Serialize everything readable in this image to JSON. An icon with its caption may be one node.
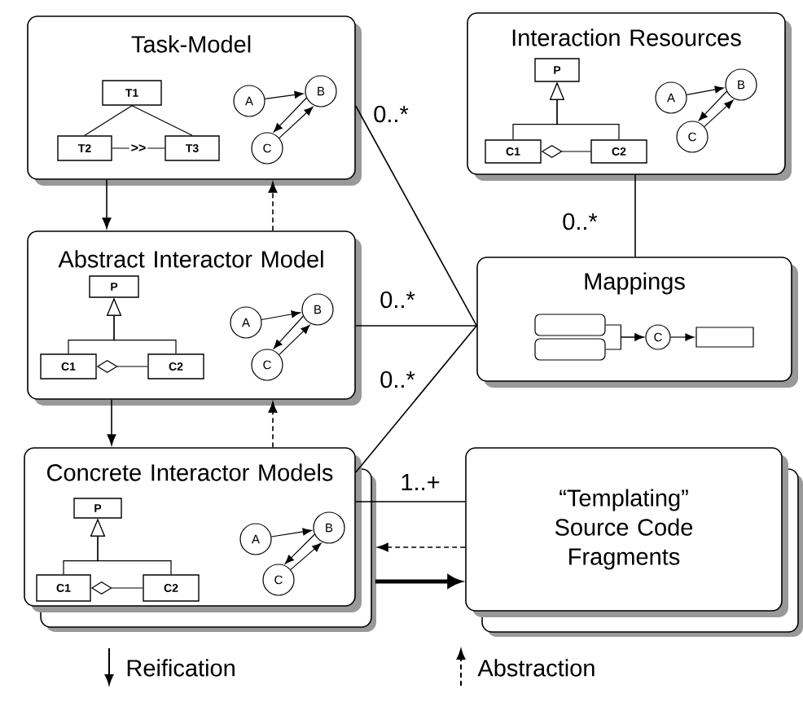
{
  "diagram": {
    "nodes": [
      {
        "text": [
          "Task-Model"
        ]
      },
      {
        "text": [
          "T1"
        ],
        "in": 0
      },
      {
        "text": [
          "T2"
        ],
        "in": 0
      },
      {
        "text": [
          "T3"
        ],
        "in": 0
      },
      {
        "text": [
          "A"
        ],
        "in": 0
      },
      {
        "text": [
          "B"
        ],
        "in": 0
      },
      {
        "text": [
          "C"
        ],
        "in": 0
      },
      {
        "text": [
          "Interaction Resources"
        ]
      },
      {
        "text": [
          "P"
        ],
        "in": 7
      },
      {
        "text": [
          "C1"
        ],
        "in": 7
      },
      {
        "text": [
          "C2"
        ],
        "in": 7
      },
      {
        "text": [
          "A"
        ],
        "in": 7
      },
      {
        "text": [
          "B"
        ],
        "in": 7
      },
      {
        "text": [
          "C"
        ],
        "in": 7
      },
      {
        "text": [
          "Abstract Interactor Model"
        ]
      },
      {
        "text": [
          "P"
        ],
        "in": 14
      },
      {
        "text": [
          "C1"
        ],
        "in": 14
      },
      {
        "text": [
          "C2"
        ],
        "in": 14
      },
      {
        "text": [
          "A"
        ],
        "in": 14
      },
      {
        "text": [
          "B"
        ],
        "in": 14
      },
      {
        "text": [
          "C"
        ],
        "in": 14
      },
      {
        "text": [
          "Mappings"
        ]
      },
      {
        "text": [],
        "shape": "box",
        "in": 21
      },
      {
        "text": [],
        "shape": "box",
        "in": 21
      },
      {
        "text": [
          "C"
        ],
        "in": 21
      },
      {
        "text": [],
        "shape": "box",
        "in": 21
      },
      {
        "text": [
          "Concrete Interactor Models"
        ]
      },
      {
        "text": [
          "P"
        ],
        "in": 26
      },
      {
        "text": [
          "C1"
        ],
        "in": 26
      },
      {
        "text": [
          "C2"
        ],
        "in": 26
      },
      {
        "text": [
          "A"
        ],
        "in": 26
      },
      {
        "text": [
          "B"
        ],
        "in": 26
      },
      {
        "text": [
          "C"
        ],
        "in": 26
      },
      {
        "text": [
          "“Templating” Source Code Fragments"
        ]
      }
    ],
    "edges": [
      {
        "from": 0,
        "to": 14,
        "arrow": "to"
      },
      {
        "from": 14,
        "to": 0,
        "arrow": "to",
        "style": "dashed"
      },
      {
        "from": 14,
        "to": 26,
        "arrow": "to"
      },
      {
        "from": 26,
        "to": 14,
        "arrow": "to",
        "style": "dashed"
      },
      {
        "from": 0,
        "to": 21,
        "arrow": "none",
        "label": "0..*"
      },
      {
        "from": 7,
        "to": 21,
        "arrow": "none",
        "label": "0..*"
      },
      {
        "from": 14,
        "to": 21,
        "arrow": "none",
        "label": "0..*"
      },
      {
        "from": 26,
        "to": 21,
        "arrow": "none",
        "label": "0..*"
      },
      {
        "from": 26,
        "to": 33,
        "arrow": "none",
        "label": "1..+"
      },
      {
        "from": 33,
        "to": 26,
        "arrow": "to",
        "style": "dashed"
      },
      {
        "from": 26,
        "to": 33,
        "arrow": "to",
        "style": "thick"
      },
      {
        "from": 1,
        "to": 2,
        "arrow": "none"
      },
      {
        "from": 1,
        "to": 3,
        "arrow": "none"
      },
      {
        "from": 2,
        "to": 3,
        "arrow": "none",
        "label": ">>"
      },
      {
        "from": 4,
        "to": 5,
        "arrow": "to"
      },
      {
        "from": 5,
        "to": 6,
        "arrow": "to"
      },
      {
        "from": 6,
        "to": 5,
        "arrow": "to"
      },
      {
        "from": 9,
        "to": 8,
        "arrow": "to"
      },
      {
        "from": 10,
        "to": 8,
        "arrow": "to"
      },
      {
        "from": 9,
        "to": 10,
        "arrow": "other"
      },
      {
        "from": 11,
        "to": 12,
        "arrow": "to"
      },
      {
        "from": 12,
        "to": 13,
        "arrow": "to"
      },
      {
        "from": 13,
        "to": 12,
        "arrow": "to"
      },
      {
        "from": 16,
        "to": 15,
        "arrow": "to"
      },
      {
        "from": 17,
        "to": 15,
        "arrow": "to"
      },
      {
        "from": 16,
        "to": 17,
        "arrow": "other"
      },
      {
        "from": 18,
        "to": 19,
        "arrow": "to"
      },
      {
        "from": 19,
        "to": 20,
        "arrow": "to"
      },
      {
        "from": 20,
        "to": 19,
        "arrow": "to"
      },
      {
        "from": 22,
        "to": 24,
        "arrow": "to"
      },
      {
        "from": 23,
        "to": 24,
        "arrow": "to"
      },
      {
        "from": 24,
        "to": 25,
        "arrow": "to"
      },
      {
        "from": 28,
        "to": 27,
        "arrow": "to"
      },
      {
        "from": 29,
        "to": 27,
        "arrow": "to"
      },
      {
        "from": 28,
        "to": 29,
        "arrow": "other"
      },
      {
        "from": 30,
        "to": 31,
        "arrow": "to"
      },
      {
        "from": 31,
        "to": 32,
        "arrow": "to"
      },
      {
        "from": 32,
        "to": 31,
        "arrow": "to"
      }
    ],
    "legend": [
      {
        "text": "Reification"
      },
      {
        "text": "Abstraction"
      }
    ]
  }
}
